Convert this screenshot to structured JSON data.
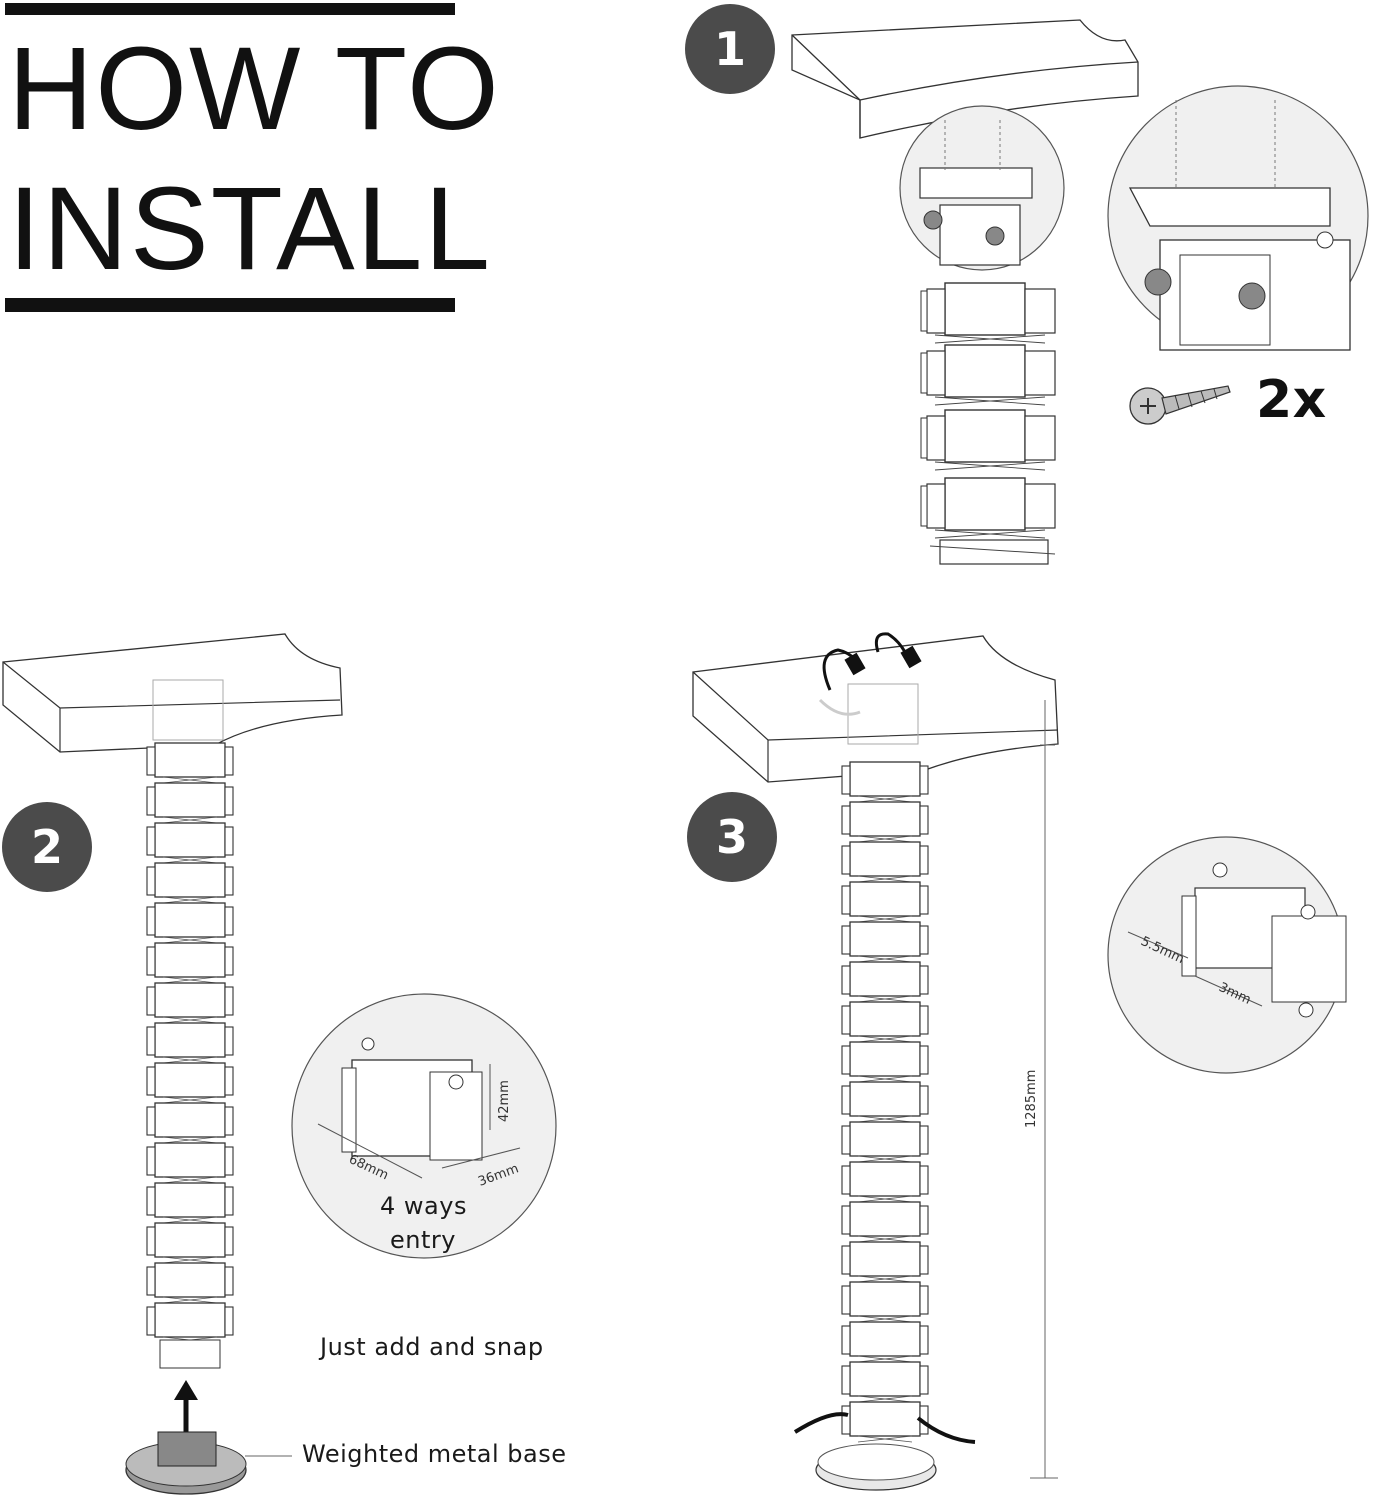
{
  "title": {
    "line1": "HOW TO",
    "line2": "INSTALL"
  },
  "steps": [
    {
      "number": "1"
    },
    {
      "number": "2"
    },
    {
      "number": "3"
    }
  ],
  "step1": {
    "screw_count": "2x"
  },
  "step2": {
    "dims": {
      "length": "68mm",
      "width": "36mm",
      "height": "42mm"
    },
    "entry_line1": "4 ways",
    "entry_line2": "entry",
    "snap_label": "Just add and snap",
    "base_label": "Weighted metal base"
  },
  "step3": {
    "dims": {
      "gap": "5.5mm",
      "thickness": "3mm",
      "total_length": "1285mm"
    }
  },
  "colors": {
    "badge": "#4b4b4b",
    "ink": "#111111",
    "circle_fill": "#f0f0f0"
  }
}
